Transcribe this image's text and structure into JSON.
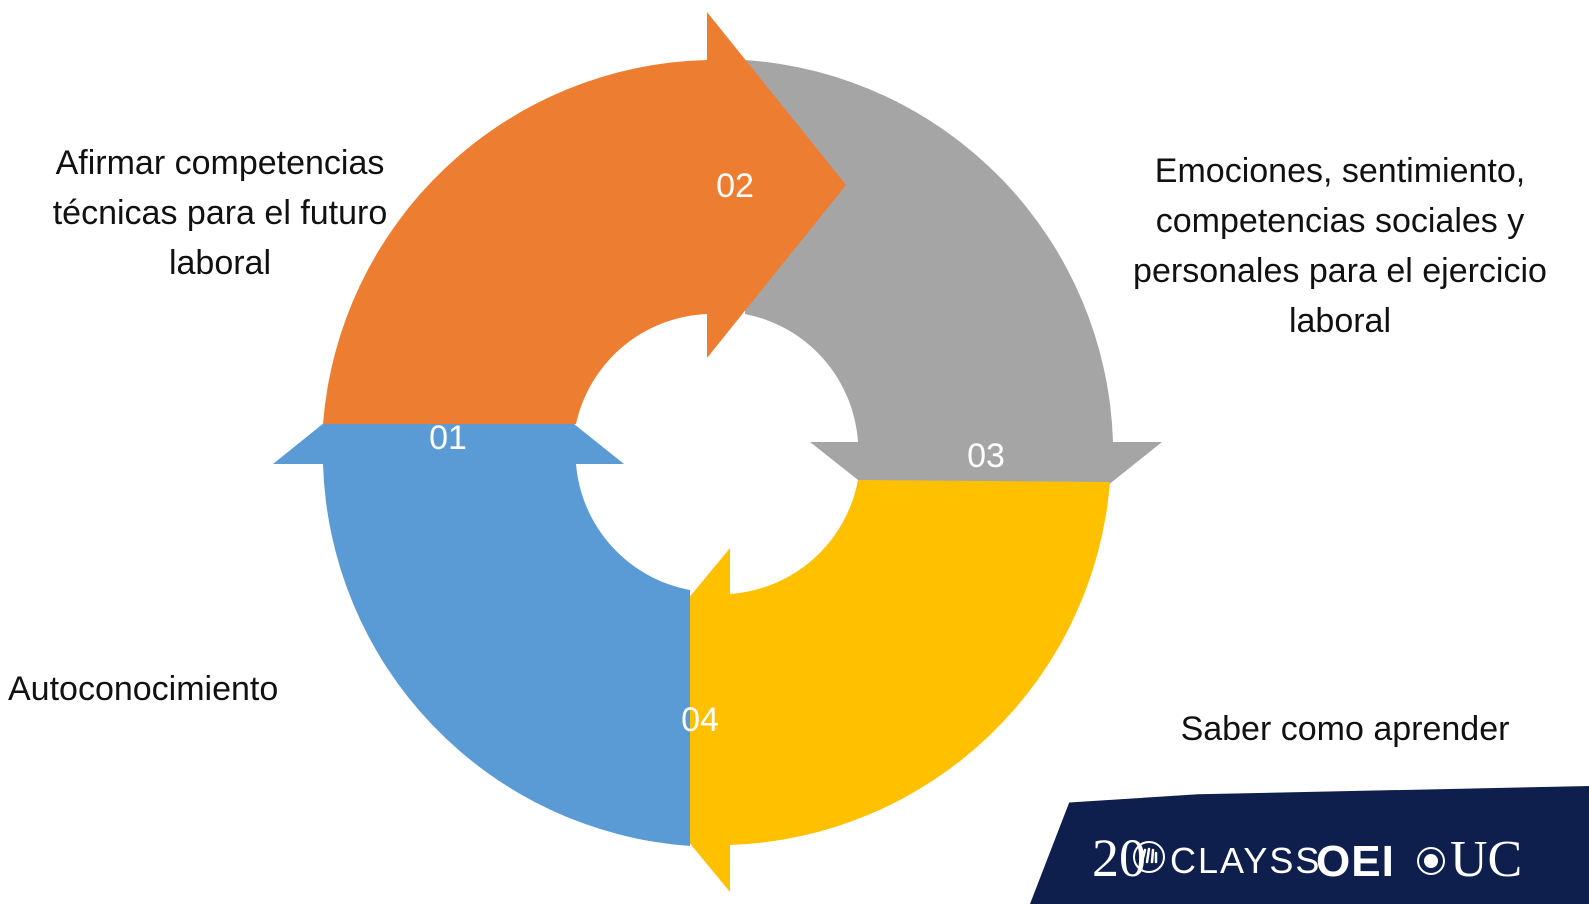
{
  "colors": {
    "step_01": "#5b9bd5",
    "step_02": "#ed7d31",
    "step_03": "#a5a5a5",
    "step_04": "#ffc000",
    "logo_band": "#0e1f4d"
  },
  "steps": [
    {
      "number": "01",
      "label_lines": [
        "Autoconocimiento"
      ]
    },
    {
      "number": "02",
      "label_lines": [
        "Afirmar competencias",
        "técnicas para el futuro",
        "laboral"
      ]
    },
    {
      "number": "03",
      "label_lines": [
        "Emociones, sentimiento,",
        "competencias sociales y",
        "personales para el ejercicio",
        "laboral"
      ]
    },
    {
      "number": "04",
      "label_lines": [
        "Saber como aprender"
      ]
    }
  ],
  "logos": {
    "twenty": "20",
    "clayss": "CLAYSS",
    "oei": "OEI",
    "uc": "UC",
    "uc_icon": "seal-icon",
    "twenty_icon": "hands-icon"
  }
}
